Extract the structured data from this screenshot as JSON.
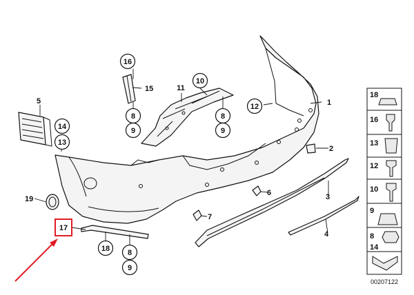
{
  "callouts": {
    "c1": "1",
    "c2": "2",
    "c3": "3",
    "c4": "4",
    "c5": "5",
    "c6": "6",
    "c7": "7",
    "c8a": "8",
    "c8b": "8",
    "c9a": "9",
    "c9b": "9",
    "c9c": "9",
    "c10": "10",
    "c11": "11",
    "c12": "12",
    "c13": "13",
    "c14": "14",
    "c15": "15",
    "c16": "16",
    "c17": "17",
    "c18": "18",
    "c19": "19"
  },
  "hardware_panel": {
    "items": [
      "18",
      "16",
      "13",
      "12",
      "10",
      "9",
      "8",
      "14"
    ]
  },
  "diagram_id": "00207122",
  "colors": {
    "highlight": "#e01b24",
    "line": "#111111"
  }
}
